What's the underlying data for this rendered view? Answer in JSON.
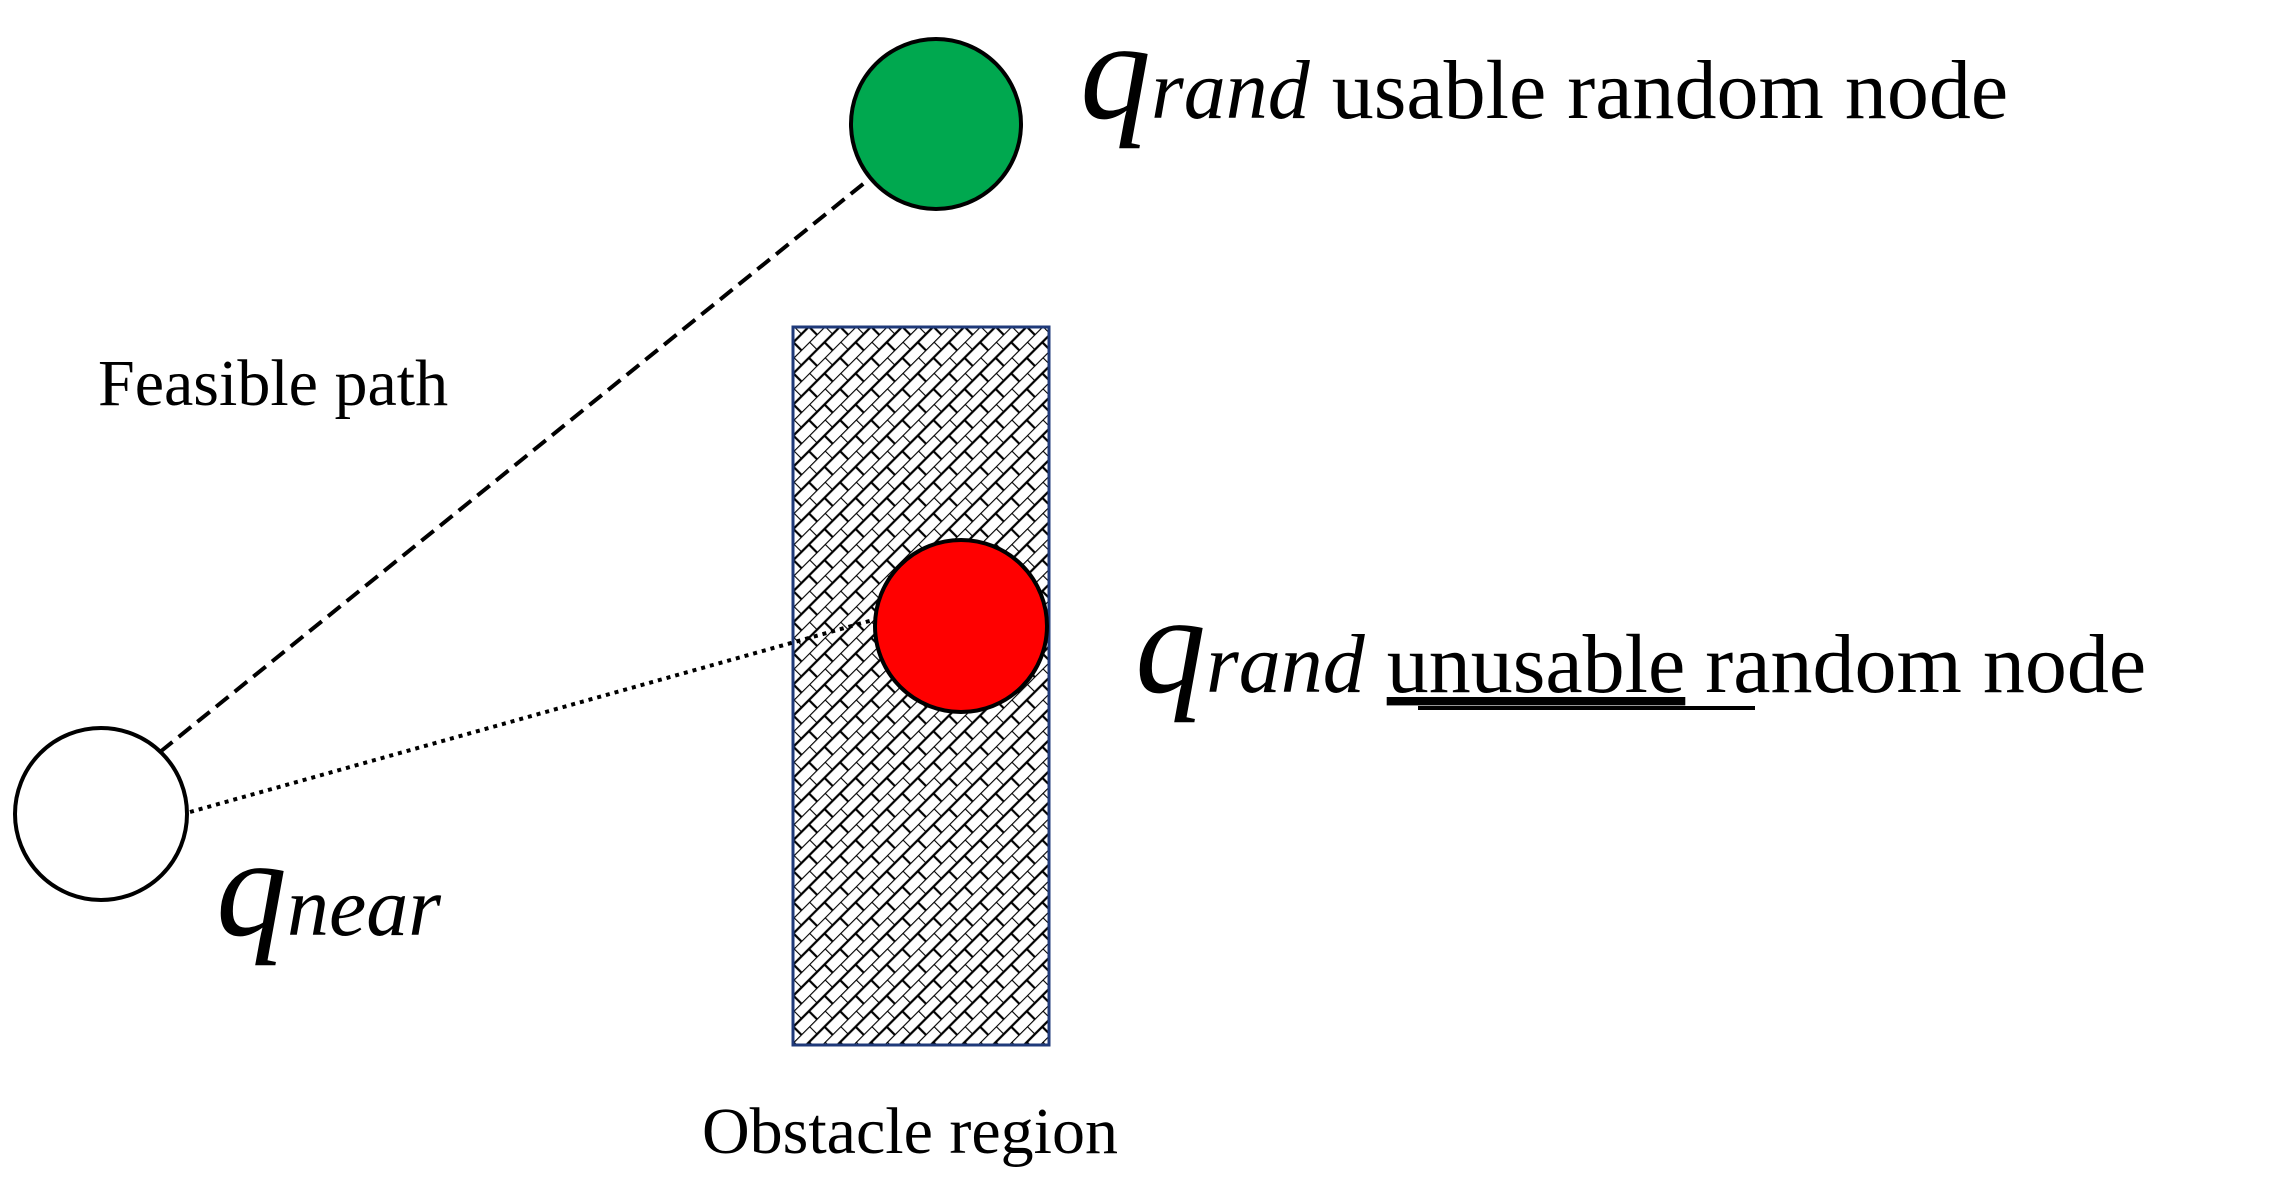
{
  "labels": {
    "feasible_path": "Feasible path",
    "obstacle_region": "Obstacle region",
    "q_rand_usable": {
      "symbol": "q",
      "subscript": "rand",
      "description": "usable random node"
    },
    "q_rand_unusable": {
      "symbol": "q",
      "subscript": "rand",
      "description_underlined": "unusable",
      "description_rest": "random node"
    },
    "q_near": {
      "symbol": "q",
      "subscript": "near"
    }
  },
  "colors": {
    "usable_node": "#00A84F",
    "unusable_node": "#FF0000",
    "near_node": "#FFFFFF",
    "obstacle_border": "#1F3A7A",
    "hatch": "#000000"
  }
}
